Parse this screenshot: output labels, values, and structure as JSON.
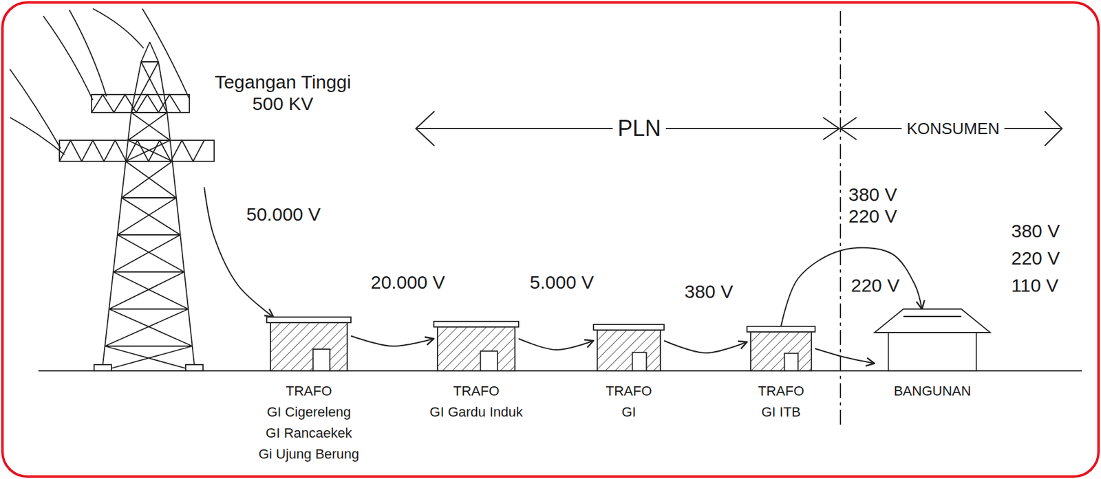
{
  "diagram": {
    "nodes": [
      {
        "text": [
          "Tegangan Tinggi 500 KV"
        ]
      },
      {
        "text": [
          "TRAFO",
          "GI Cigereleng",
          "GI Rancaekek",
          "Gi Ujung Berung"
        ]
      },
      {
        "text": [
          "TRAFO",
          "GI Gardu Induk"
        ]
      },
      {
        "text": [
          "TRAFO",
          "GI"
        ]
      },
      {
        "text": [
          "TRAFO",
          "GI ITB"
        ]
      },
      {
        "text": [
          "BANGUNAN"
        ]
      }
    ],
    "edges": [
      {
        "from": 0,
        "to": 1,
        "label": "50.000 V",
        "arrow": "to"
      },
      {
        "from": 1,
        "to": 2,
        "label": "20.000 V",
        "arrow": "to"
      },
      {
        "from": 2,
        "to": 3,
        "label": "5.000 V",
        "arrow": "to"
      },
      {
        "from": 3,
        "to": 4,
        "label": "380 V",
        "arrow": "to"
      },
      {
        "from": 4,
        "to": 5,
        "label": "380 V 220 V",
        "arrow": "to"
      },
      {
        "from": 4,
        "to": 5,
        "label": "220 V",
        "arrow": "to"
      }
    ],
    "labels": [
      "PLN",
      "KONSUMEN",
      "380 V",
      "220 V",
      "110 V"
    ]
  }
}
